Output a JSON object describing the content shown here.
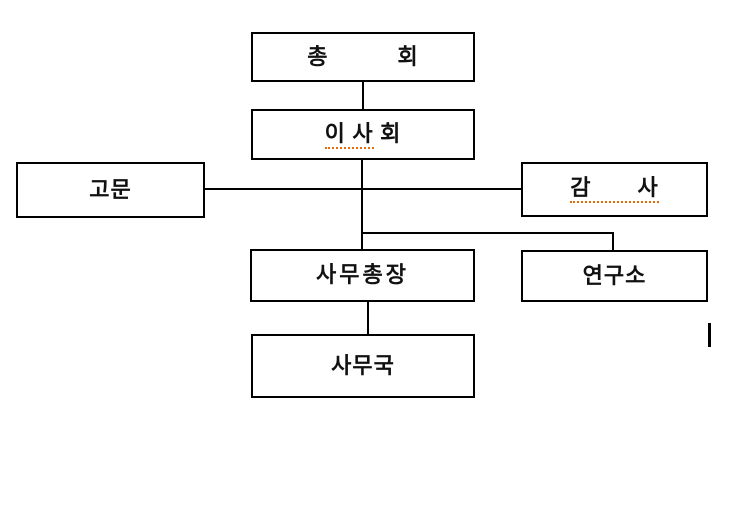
{
  "diagram": {
    "type": "org-chart",
    "nodes": {
      "assembly": {
        "label": "총　　　회"
      },
      "board": {
        "label_underlined": "이 사",
        "label_tail": " 회"
      },
      "advisor": {
        "label": "고문"
      },
      "auditor": {
        "label": "감　　사"
      },
      "secretary_general": {
        "label": "사무총장"
      },
      "research_institute": {
        "label": "연구소"
      },
      "secretariat": {
        "label": "사무국"
      }
    },
    "edges": [
      {
        "from": "assembly",
        "to": "board"
      },
      {
        "from": "board",
        "to": "advisor"
      },
      {
        "from": "board",
        "to": "auditor"
      },
      {
        "from": "board",
        "to": "secretary_general"
      },
      {
        "from": "board",
        "to": "research_institute"
      },
      {
        "from": "secretary_general",
        "to": "secretariat"
      }
    ],
    "colors": {
      "background": "#ffffff",
      "box_border": "#000000",
      "text": "#111111",
      "spellcheck_underline": "#e36c0a"
    }
  }
}
